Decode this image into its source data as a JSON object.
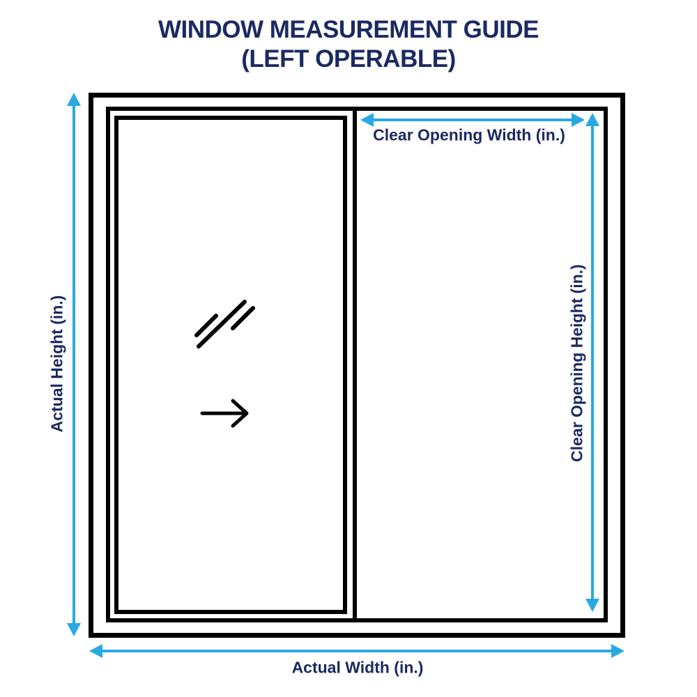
{
  "title": {
    "line1": "WINDOW MEASUREMENT GUIDE",
    "line2": "(LEFT OPERABLE)"
  },
  "labels": {
    "actual_height": "Actual Height (in.)",
    "actual_width": "Actual Width (in.)",
    "clear_opening_width": "Clear Opening Width (in.)",
    "clear_opening_height": "Clear Opening Height (in.)"
  },
  "icons": {
    "glass_reflection": "glass-reflection-marks",
    "slide_direction": "slide-direction-right-arrow"
  },
  "colors": {
    "navy": "#1b2a61",
    "cyan": "#29a9e1",
    "frame_black": "#000000",
    "background": "#ffffff"
  }
}
